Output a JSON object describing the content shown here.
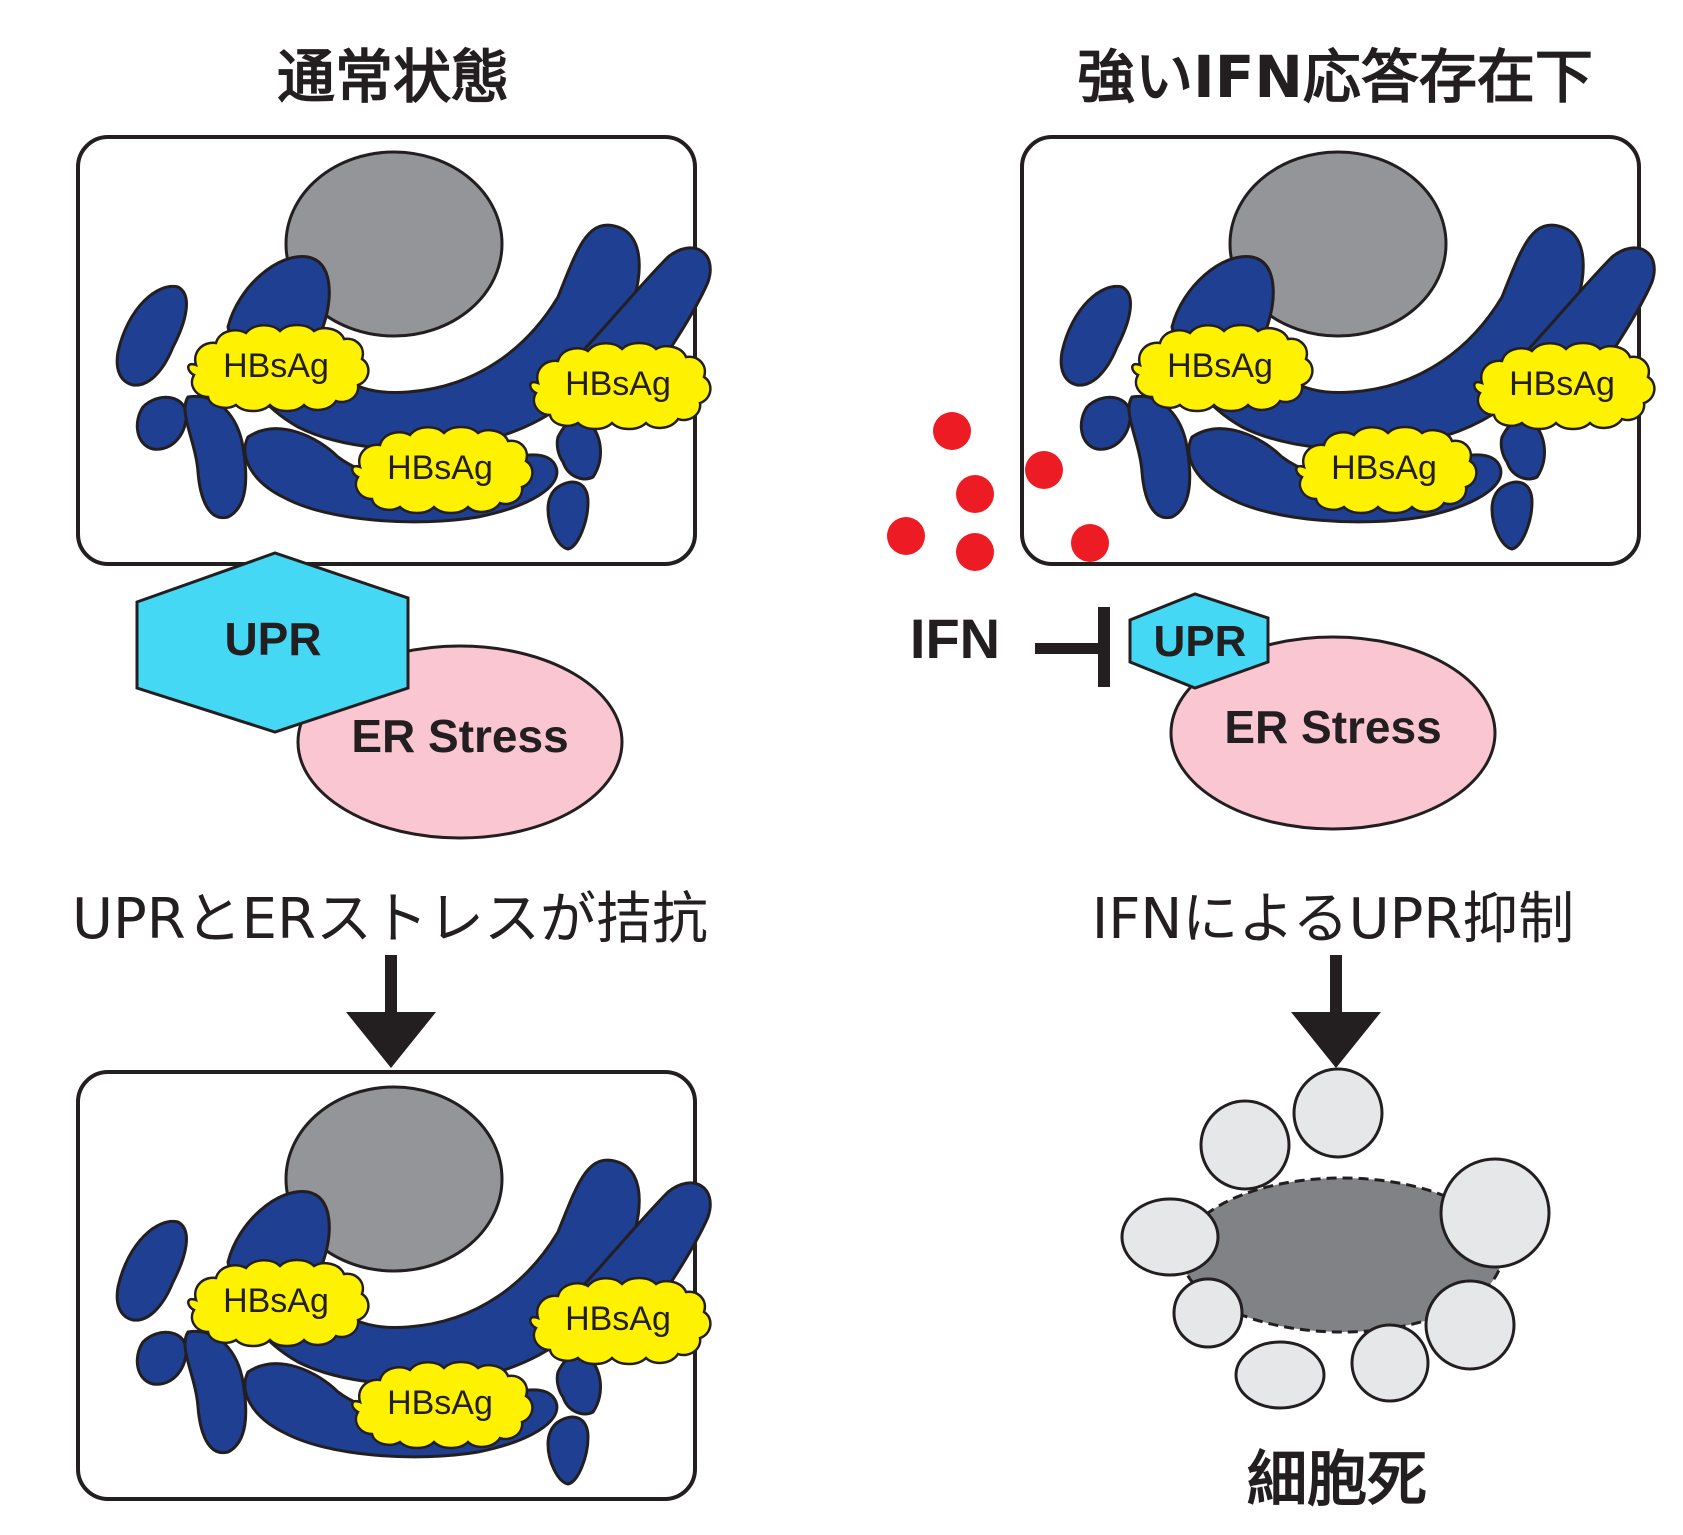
{
  "left": {
    "title": "通常状態",
    "hbsag": [
      "HBsAg",
      "HBsAg",
      "HBsAg"
    ],
    "hbsag_bottom": [
      "HBsAg",
      "HBsAg",
      "HBsAg"
    ],
    "upr": "UPR",
    "er_stress": "ER Stress",
    "result": "UPRとERストレスが拮抗"
  },
  "right": {
    "title": "強いIFN応答存在下",
    "hbsag": [
      "HBsAg",
      "HBsAg",
      "HBsAg"
    ],
    "ifn": "IFN",
    "upr": "UPR",
    "er_stress": "ER Stress",
    "result": "IFNによるUPR抑制",
    "outcome": "細胞死"
  },
  "colors": {
    "er": "#1f3f93",
    "nucleus": "#939598",
    "hbsag": "#fff200",
    "upr": "#44d8f4",
    "er_stress": "#f9c6d2",
    "ifn_dot": "#ed1c24",
    "apoptotic_body": "#e6e7e8",
    "dead_nucleus": "#808285"
  }
}
